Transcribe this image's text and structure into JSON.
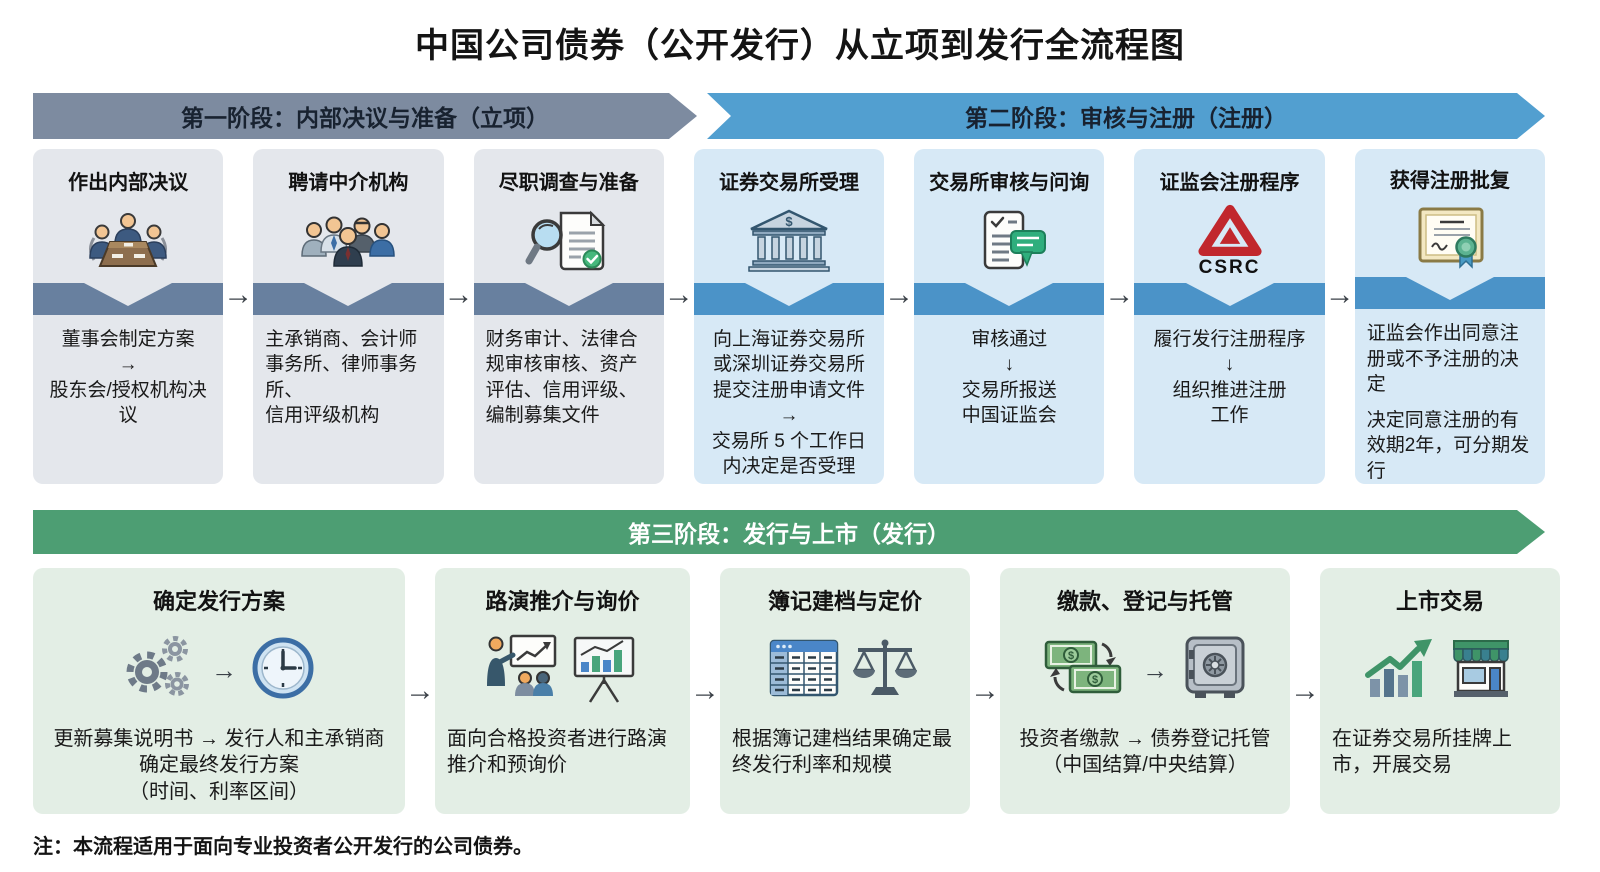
{
  "title": "中国公司债券（公开发行）从立项到发行全流程图",
  "glyphs": {
    "arrow_right": "→"
  },
  "colors": {
    "phase1_fill": "#7d8ba0",
    "phase2_fill": "#529fd0",
    "phase3_fill": "#4d9e73",
    "gray_card_bg": "#e4e7ec",
    "gray_band": "#68809f",
    "blue_card_bg": "#d7e9f6",
    "blue_band": "#4b93c8",
    "green_card_bg": "#e3eee5",
    "csrc_red": "#c1272d"
  },
  "phases": [
    {
      "label": "第一阶段：内部决议与准备（立项）"
    },
    {
      "label": "第二阶段：审核与注册（注册）"
    },
    {
      "label": "第三阶段：发行与上市（发行）"
    }
  ],
  "top_row": [
    {
      "title": "作出内部决议",
      "icon": "meeting-icon",
      "body": "董事会制定方案\n→\n股东会/授权机构决议"
    },
    {
      "title": "聘请中介机构",
      "icon": "intermediaries-team-icon",
      "body": "主承销商、会计师事务所、律师事务所、\n信用评级机构"
    },
    {
      "title": "尽职调查与准备",
      "icon": "magnifier-document-icon",
      "body": "财务审计、法律合规审核审核、资产评估、信用评级、编制募集文件"
    },
    {
      "title": "证券交易所受理",
      "icon": "stock-exchange-building-icon",
      "body": "向上海证券交易所或深圳证券交易所提交注册申请文件\n→\n交易所 5 个工作日内决定是否受理"
    },
    {
      "title": "交易所审核与问询",
      "icon": "review-inquiry-icon",
      "body": "审核通过\n↓\n交易所报送\n中国证监会"
    },
    {
      "title": "证监会注册程序",
      "icon": "csrc-logo-icon",
      "icon_label": "CSRC",
      "body": "履行发行注册程序\n↓\n组织推进注册\n工作"
    },
    {
      "title": "获得注册批复",
      "icon": "certificate-icon",
      "body": "证监会作出同意注册或不予注册的决定",
      "body2": "决定同意注册的有效期2年，可分期发行"
    }
  ],
  "bottom_row": [
    {
      "title": "确定发行方案",
      "icons": [
        "gears-icon",
        "clock-icon"
      ],
      "body": "更新募集说明书 → 发行人和主承销商\n确定最终发行方案\n（时间、利率区间）"
    },
    {
      "title": "路演推介与询价",
      "icons": [
        "roadshow-presentation-icon"
      ],
      "body": "面向合格投资者进行路演推介和预询价"
    },
    {
      "title": "簿记建档与定价",
      "icons": [
        "orderbook-table-icon",
        "scales-icon"
      ],
      "body": "根据簿记建档结果确定最终发行利率和规模"
    },
    {
      "title": "缴款、登记与托管",
      "icons": [
        "money-exchange-icon",
        "safe-icon"
      ],
      "body": "投资者缴款 → 债券登记托管\n（中国结算/中央结算）"
    },
    {
      "title": "上市交易",
      "icons": [
        "growth-chart-icon",
        "storefront-icon"
      ],
      "body": "在证券交易所挂牌上市，开展交易"
    }
  ],
  "note": "注：本流程适用于面向专业投资者公开发行的公司债券。"
}
